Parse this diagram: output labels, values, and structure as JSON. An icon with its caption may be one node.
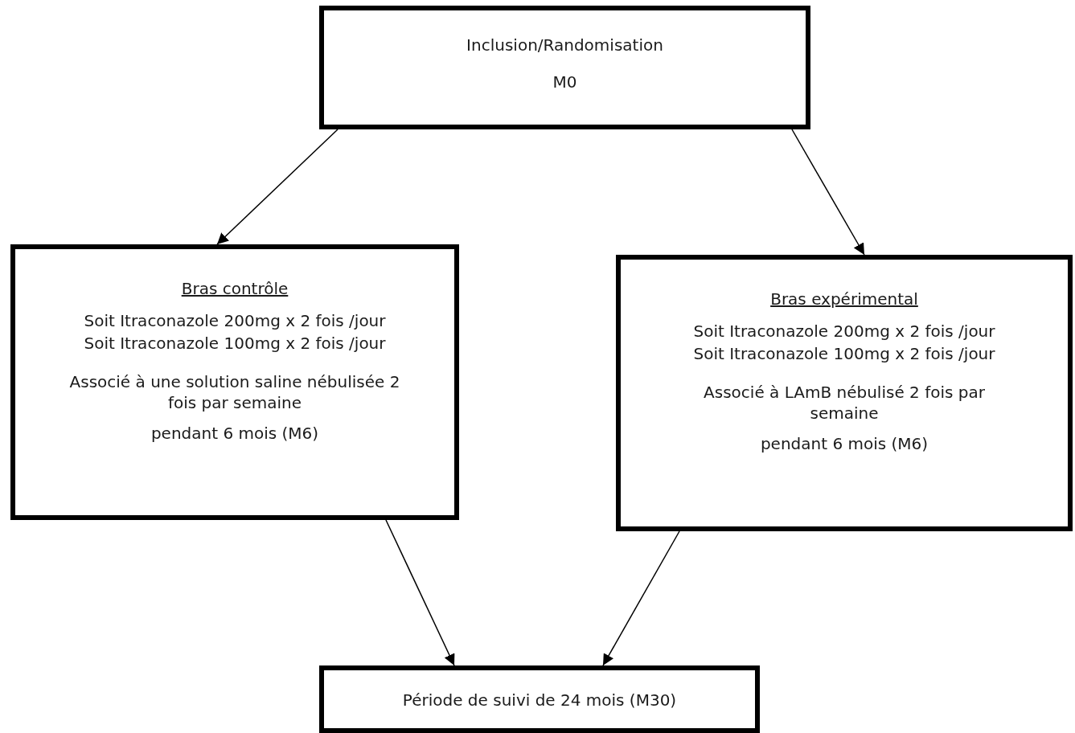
{
  "diagram": {
    "nodes": [
      {
        "text": [
          "Inclusion/Randomisation",
          "M0"
        ]
      },
      {
        "text": [
          "Bras contrôle",
          "Soit Itraconazole 200mg x 2 fois /jour",
          "Soit Itraconazole 100mg x 2 fois /jour",
          "Associé à une solution saline nébulisée 2 fois par semaine",
          "pendant 6 mois (M6)"
        ]
      },
      {
        "text": [
          "Bras expérimental",
          "Soit Itraconazole 200mg x 2 fois /jour",
          "Soit Itraconazole 100mg x 2 fois /jour",
          "Associé à LAmB nébulisé 2 fois par semaine",
          "pendant 6 mois (M6)"
        ]
      },
      {
        "text": [
          "Période de suivi de 24 mois (M30)"
        ]
      }
    ],
    "edges": [
      {
        "from": 0,
        "to": 1,
        "arrow": "to"
      },
      {
        "from": 0,
        "to": 2,
        "arrow": "to"
      },
      {
        "from": 1,
        "to": 3,
        "arrow": "to"
      },
      {
        "from": 2,
        "to": 3,
        "arrow": "to"
      }
    ]
  }
}
